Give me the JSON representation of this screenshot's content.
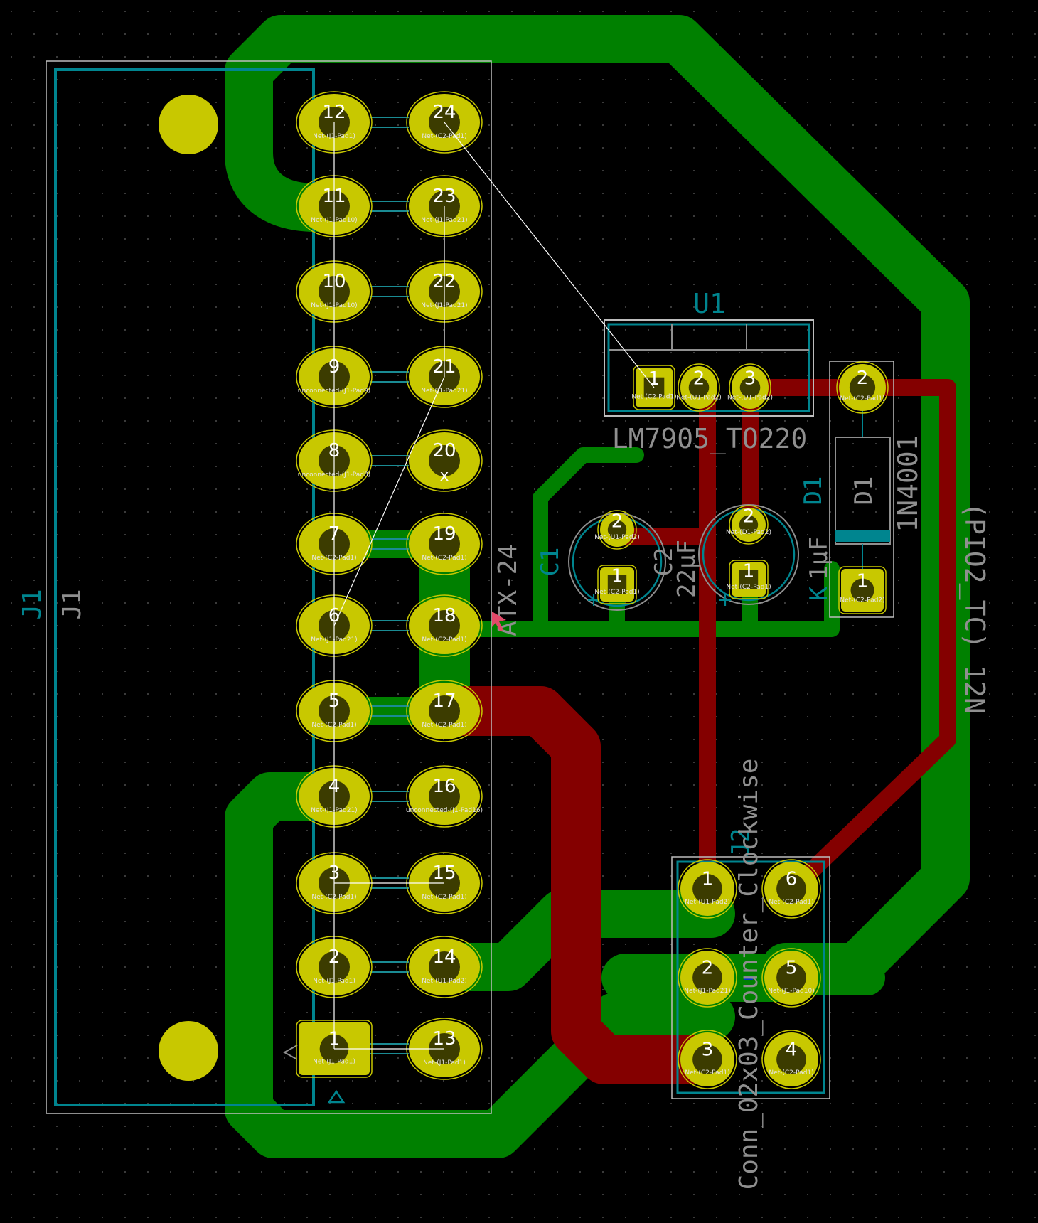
{
  "colors": {
    "background": "#000000",
    "back_copper": "#008000",
    "front_copper": "#840000",
    "pad": "#c8c800",
    "drill": "#3c3c00",
    "silkscreen": "#a0a0a0",
    "fab": "#00858f",
    "ratsnest": "#ffffff"
  },
  "labels": {
    "j1_ref_fab": "J1",
    "j1_ref_silk": "J1",
    "j1_value": "ATX-24",
    "u1_ref": "U1",
    "u1_value": "LM7905_TO220",
    "c1_ref": "C1",
    "c1_value": "22µF",
    "c2_ref": "C2",
    "c2_value": "1µF",
    "d1_ref": "D1",
    "d1_fab": "D1",
    "d1_value": "1N4001",
    "j2_ref": "J2",
    "j2_value": "Conn_02x03_Counter_Clockwise",
    "partial_text": "(PIO2_TC) 12N",
    "k_marker": "K",
    "x_marker": "x"
  },
  "j1_pads_left": [
    {
      "num": "12",
      "net": "Net-(J1-Pad1)"
    },
    {
      "num": "11",
      "net": "Net-(J1-Pad10)"
    },
    {
      "num": "10",
      "net": "Net-(J1-Pad10)"
    },
    {
      "num": "9",
      "net": "unconnected-(J1-Pad9)"
    },
    {
      "num": "8",
      "net": "unconnected-(J1-Pad8)"
    },
    {
      "num": "7",
      "net": "Net-(C2-Pad1)"
    },
    {
      "num": "6",
      "net": "Net-(J1-Pad21)"
    },
    {
      "num": "5",
      "net": "Net-(C2-Pad1)"
    },
    {
      "num": "4",
      "net": "Net-(J1-Pad21)"
    },
    {
      "num": "3",
      "net": "Net-(C2-Pad1)"
    },
    {
      "num": "2",
      "net": "Net-(J1-Pad1)"
    },
    {
      "num": "1",
      "net": "Net-(J1-Pad1)"
    }
  ],
  "j1_pads_right": [
    {
      "num": "24",
      "net": "Net-(C2-Pad1)"
    },
    {
      "num": "23",
      "net": "Net-(J1-Pad21)"
    },
    {
      "num": "22",
      "net": "Net-(J1-Pad21)"
    },
    {
      "num": "21",
      "net": "Net-(J1-Pad21)"
    },
    {
      "num": "20",
      "net": ""
    },
    {
      "num": "19",
      "net": "Net-(C2-Pad1)"
    },
    {
      "num": "18",
      "net": "Net-(C2-Pad1)"
    },
    {
      "num": "17",
      "net": "Net-(C2-Pad1)"
    },
    {
      "num": "16",
      "net": "unconnected-(J1-Pad16)"
    },
    {
      "num": "15",
      "net": "Net-(C2-Pad1)"
    },
    {
      "num": "14",
      "net": "Net-(U1-Pad2)"
    },
    {
      "num": "13",
      "net": "Net-(J1-Pad1)"
    }
  ],
  "u1_pads": [
    {
      "num": "1",
      "net": "Net-(C2-Pad1)"
    },
    {
      "num": "2",
      "net": "Net-(U1-Pad2)"
    },
    {
      "num": "3",
      "net": "Net-(D1-Pad2)"
    }
  ],
  "d1_pads": [
    {
      "num": "2",
      "net": "Net-(C2-Pad1)"
    },
    {
      "num": "1",
      "net": "Net-(C2-Pad2)"
    }
  ],
  "c1_pads": [
    {
      "num": "2",
      "net": "Net-(U1-Pad2)"
    },
    {
      "num": "1",
      "net": "Net-(C2-Pad1)"
    }
  ],
  "c2_pads": [
    {
      "num": "2",
      "net": "Net-(D1-Pad2)"
    },
    {
      "num": "1",
      "net": "Net-(C2-Pad1)"
    }
  ],
  "j2_pads": [
    {
      "num": "1",
      "net": "Net-(U1-Pad2)"
    },
    {
      "num": "6",
      "net": "Net-(C2-Pad1)"
    },
    {
      "num": "2",
      "net": "Net-(J1-Pad21)"
    },
    {
      "num": "5",
      "net": "Net-(J1-Pad10)"
    },
    {
      "num": "3",
      "net": "Net-(C2-Pad1)"
    },
    {
      "num": "4",
      "net": "Net-(C2-Pad1)"
    }
  ]
}
